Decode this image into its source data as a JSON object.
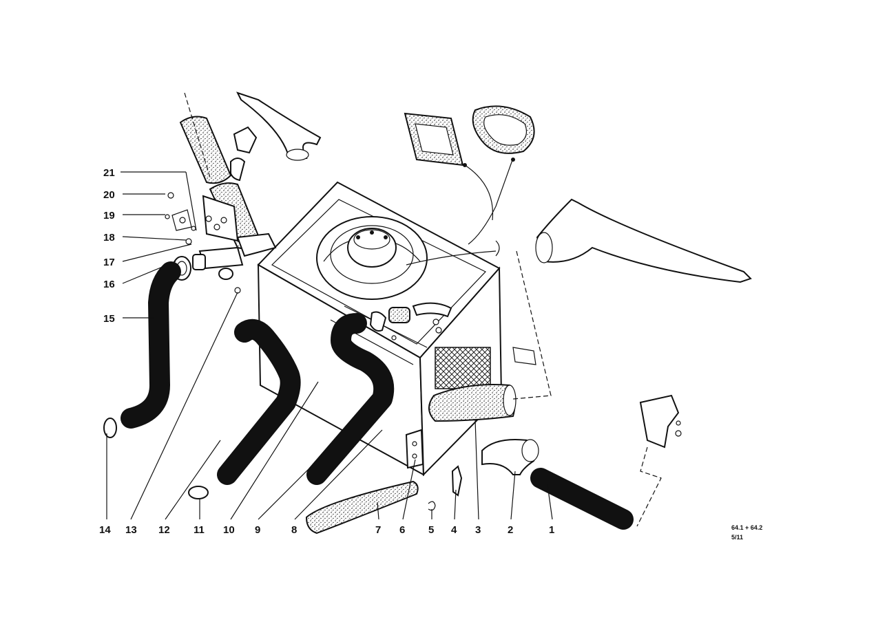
{
  "callouts": {
    "c1": "1",
    "c2": "2",
    "c3": "3",
    "c4": "4",
    "c5": "5",
    "c6": "6",
    "c7": "7",
    "c8": "8",
    "c9": "9",
    "c10": "10",
    "c11": "11",
    "c12": "12",
    "c13": "13",
    "c14": "14",
    "c15": "15",
    "c16": "16",
    "c17": "17",
    "c18": "18",
    "c19": "19",
    "c20": "20",
    "c21": "21"
  },
  "reference": {
    "code": "64.1 + 64.2",
    "sheet": "5/11"
  },
  "palette": {
    "ink": "#111111",
    "paper": "#ffffff"
  }
}
